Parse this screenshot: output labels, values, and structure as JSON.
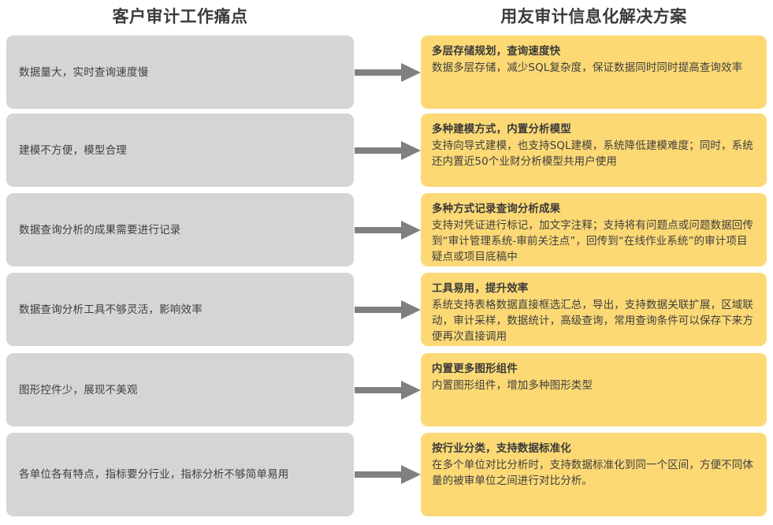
{
  "headings": {
    "left": "客户审计工作痛点",
    "right": "用友审计信息化解决方案"
  },
  "colors": {
    "pain_box": "#d5d5d5",
    "solution_box": "#fcd975",
    "arrow": "#808080",
    "heading_text": "#3b3b3b",
    "body_text": "#3f3f3f",
    "background": "#ffffff"
  },
  "arrow_icon": "right-arrow-icon",
  "rows": [
    {
      "pain": "数据量大，实时查询速度慢",
      "solution_title": "多层存储规划，查询速度快",
      "solution_desc": "数据多层存储，减少SQL复杂度，保证数据同时同时提高查询效率"
    },
    {
      "pain": "建模不方便，模型合理",
      "solution_title": "多种建模方式，内置分析模型",
      "solution_desc": "支持向导式建模，也支持SQL建模，系统降低建模难度；同时，系统还内置近50个业财分析模型共用户使用"
    },
    {
      "pain": "数据查询分析的成果需要进行记录",
      "solution_title": "多种方式记录查询分析成果",
      "solution_desc": "支持对凭证进行标记，加文字注释；支持将有问题点或问题数据回传到“审计管理系统-审前关注点”，回传到“在线作业系统”的审计项目疑点或项目底稿中"
    },
    {
      "pain": "数据查询分析工具不够灵活，影响效率",
      "solution_title": "工具易用，提升效率",
      "solution_desc": "系统支持表格数据直接框选汇总，导出，支持数据关联扩展，区域联动，审计采样，数据统计，高级查询，常用查询条件可以保存下来方便再次直接调用"
    },
    {
      "pain": "图形控件少，展现不美观",
      "solution_title": "内置更多图形组件",
      "solution_desc": "内置图形组件，增加多种图形类型"
    },
    {
      "pain": "各单位各有特点，指标要分行业，指标分析不够简单易用",
      "solution_title": "按行业分类，支持数据标准化",
      "solution_desc": "在多个单位对比分析时，支持数据标准化到同一个区间，方便不同体量的被审单位之间进行对比分析。"
    }
  ]
}
